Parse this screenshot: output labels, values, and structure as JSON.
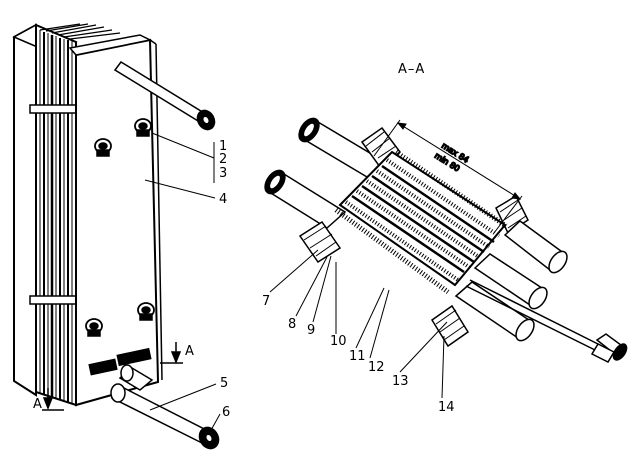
{
  "figure": {
    "section_title": "A–A",
    "section_marker": "A",
    "dimension_max": "max 84",
    "dimension_min": "min 80",
    "nameplate_left": "",
    "nameplate_right": "",
    "callouts": [
      "1",
      "2",
      "3",
      "4",
      "5",
      "6",
      "7",
      "8",
      "9",
      "10",
      "11",
      "12",
      "13",
      "14"
    ]
  },
  "colors": {
    "ink": "#000000",
    "paper": "#ffffff"
  }
}
